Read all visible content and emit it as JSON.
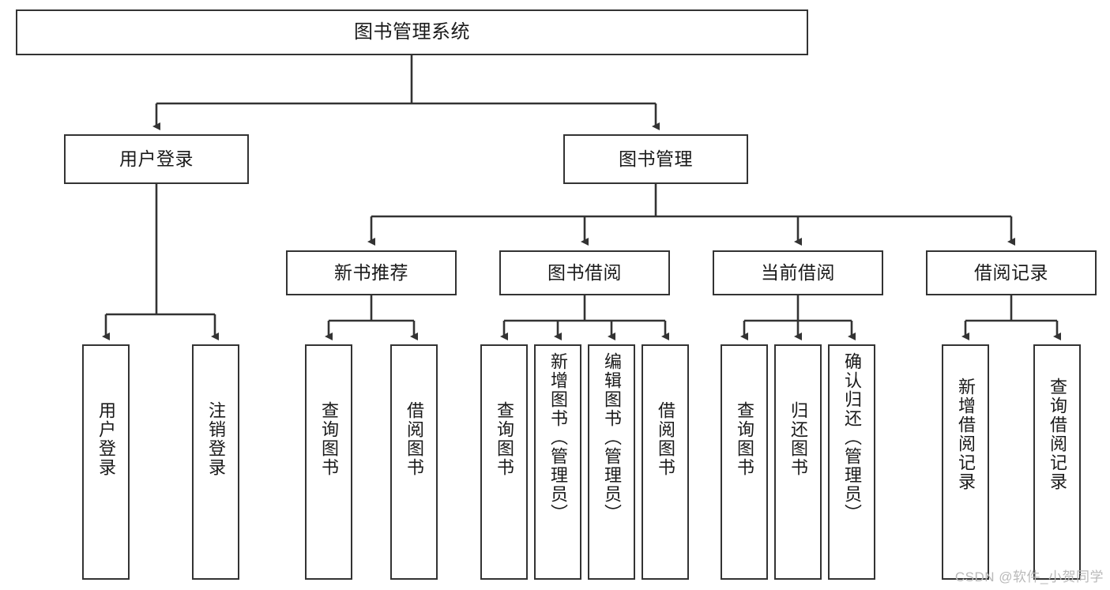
{
  "diagram": {
    "title": "图书管理系统",
    "watermark": "CSDN @软件_小贺同学",
    "stroke_color": "#333333",
    "background_color": "#ffffff",
    "text_color": "#1a1a1a",
    "watermark_color": "#b9b9b9",
    "nodes": {
      "root": {
        "label": "图书管理系统"
      },
      "level2": [
        {
          "label": "用户登录"
        },
        {
          "label": "图书管理"
        }
      ],
      "level3": [
        {
          "label": "新书推荐"
        },
        {
          "label": "图书借阅"
        },
        {
          "label": "当前借阅"
        },
        {
          "label": "借阅记录"
        }
      ],
      "leaves": {
        "user_login": [
          {
            "label": "用户登录"
          },
          {
            "label": "注销登录"
          }
        ],
        "new_book": [
          {
            "label": "查询图书"
          },
          {
            "label": "借阅图书"
          }
        ],
        "book_borrow": [
          {
            "label": "查询图书"
          },
          {
            "label": "新增图书（管理员）"
          },
          {
            "label": "编辑图书（管理员）"
          },
          {
            "label": "借阅图书"
          }
        ],
        "current_borrow": [
          {
            "label": "查询图书"
          },
          {
            "label": "归还图书"
          },
          {
            "label": "确认归还（管理员）"
          }
        ],
        "borrow_record": [
          {
            "label": "新增借阅记录"
          },
          {
            "label": "查询借阅记录"
          }
        ]
      }
    }
  }
}
